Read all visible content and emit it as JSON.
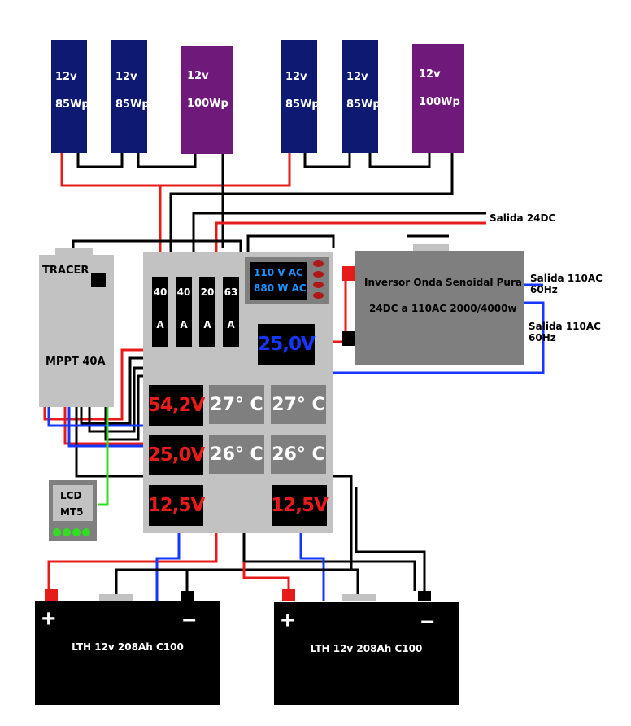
{
  "panels": [
    {
      "voltage": "12v",
      "power": "85Wp",
      "color": "#0e1a72"
    },
    {
      "voltage": "12v",
      "power": "85Wp",
      "color": "#0e1a72"
    },
    {
      "voltage": "12v",
      "power": "100Wp",
      "color": "#6f1a7a"
    },
    {
      "voltage": "12v",
      "power": "85Wp",
      "color": "#0e1a72"
    },
    {
      "voltage": "12v",
      "power": "85Wp",
      "color": "#0e1a72"
    },
    {
      "voltage": "12v",
      "power": "100Wp",
      "color": "#6f1a7a"
    }
  ],
  "controller": {
    "brand": "TRACER",
    "model": "MPPT 40A"
  },
  "lcd": {
    "line1": "LCD",
    "line2": "MT5"
  },
  "breakers": [
    {
      "top": "40",
      "bottom": "A"
    },
    {
      "top": "40",
      "bottom": "A"
    },
    {
      "top": "20",
      "bottom": "A"
    },
    {
      "top": "63",
      "bottom": "A"
    }
  ],
  "ac_meter": {
    "voltage": "110 V AC",
    "power": "880 W AC"
  },
  "displays": {
    "dc_top": "25,0V",
    "main_voltage": "54,2V",
    "bank_voltage": "25,0V",
    "battery1": "12,5V",
    "battery2": "12,5V",
    "temp1": "27° C",
    "temp2": "27° C",
    "temp3": "26° C",
    "temp4": "26° C"
  },
  "inverter": {
    "line1": "Inversor Onda Senoidal Pura",
    "line2": "24DC a 110AC 2000/4000w"
  },
  "outputs": {
    "dc": "Salida 24DC",
    "ac1": "Salida 110AC 60Hz",
    "ac2": "Salida 110AC 60Hz"
  },
  "batteries": [
    {
      "label": "LTH 12v 208Ah C100",
      "plus": "+",
      "minus": "–"
    },
    {
      "label": "LTH 12v 208Ah C100",
      "plus": "+",
      "minus": "–"
    }
  ],
  "colors": {
    "positive": "#e81b1b",
    "negative": "#000000",
    "signal": "#1537ff",
    "data": "#33dd22"
  }
}
